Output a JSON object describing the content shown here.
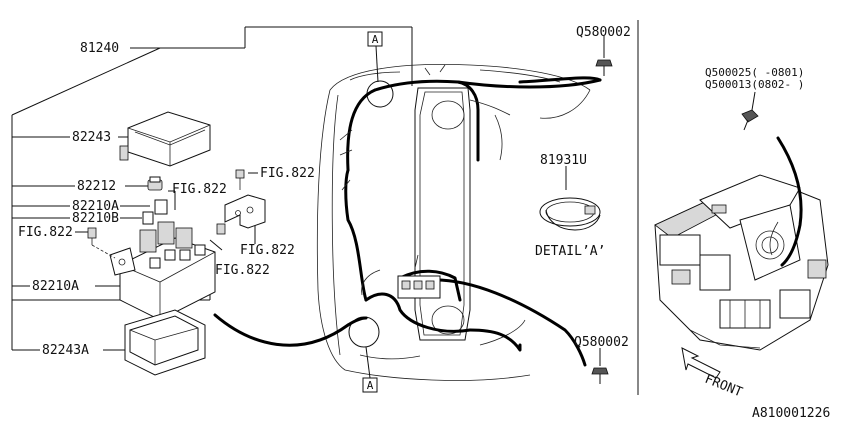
{
  "labels": {
    "harness": "81240",
    "cover_top": "82243",
    "relay": "82212",
    "fig_ref_a": "FIG.822",
    "fig_ref_b": "FIG.822",
    "fig_ref_c": "FIG.822",
    "fig_ref_d": "FIG.822",
    "fig_ref_e": "FIG.822",
    "fuse_a": "82210A",
    "fuse_b": "82210B",
    "fuse_box": "82210A",
    "cover_bottom": "82243A",
    "callout_top": "A",
    "callout_bottom": "A",
    "bolt_top": "Q580002",
    "bolt_bottom": "Q580002",
    "clip": "81931U",
    "detail": "DETAIL’A’",
    "bolt_right_1": "Q500025( -0801)",
    "bolt_right_2": "Q500013(0802- )",
    "front": "FRONT",
    "diagram_id": "A810001226"
  }
}
